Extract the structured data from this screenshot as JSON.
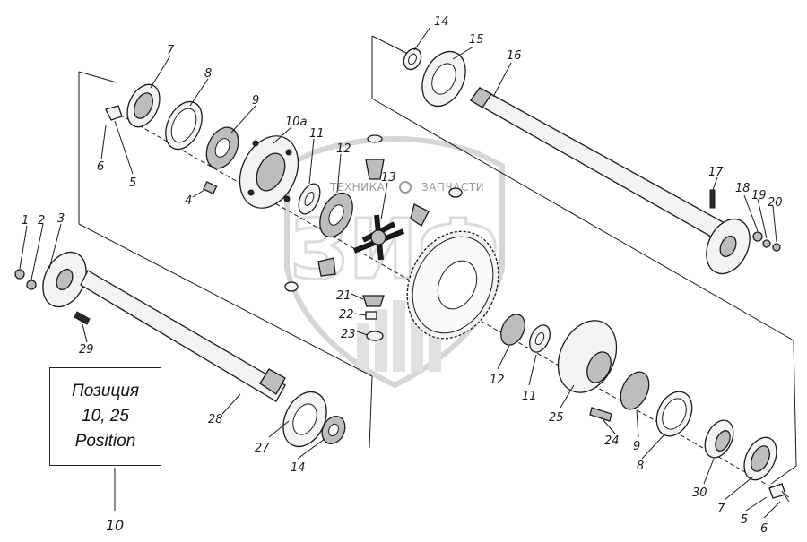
{
  "watermark": {
    "logo_letters": "ЗИФ",
    "left_text": "ТЕХНИКА",
    "right_text": "ЗАПЧАСТИ"
  },
  "position_box": {
    "line1": "Позиция",
    "line2": "10, 25",
    "line3": "Position",
    "callout": "10"
  },
  "callouts": {
    "p1": "1",
    "p2": "2",
    "p3": "3",
    "p4": "4",
    "p5": "5",
    "p6": "6",
    "p7": "7",
    "p8": "8",
    "p9": "9",
    "p10a": "10a",
    "p11": "11",
    "p12": "12",
    "p13": "13",
    "p14_top": "14",
    "p15": "15",
    "p16": "16",
    "p17": "17",
    "p18": "18",
    "p19": "19",
    "p20": "20",
    "p21": "21",
    "p22": "22",
    "p23": "23",
    "p29": "29",
    "p28": "28",
    "p27": "27",
    "p14_bottom": "14",
    "p12_r": "12",
    "p11_r": "11",
    "p25": "25",
    "p24": "24",
    "p9_r": "9",
    "p8_r": "8",
    "p30": "30",
    "p7_r": "7",
    "p5_r": "5",
    "p6_r": "6"
  }
}
